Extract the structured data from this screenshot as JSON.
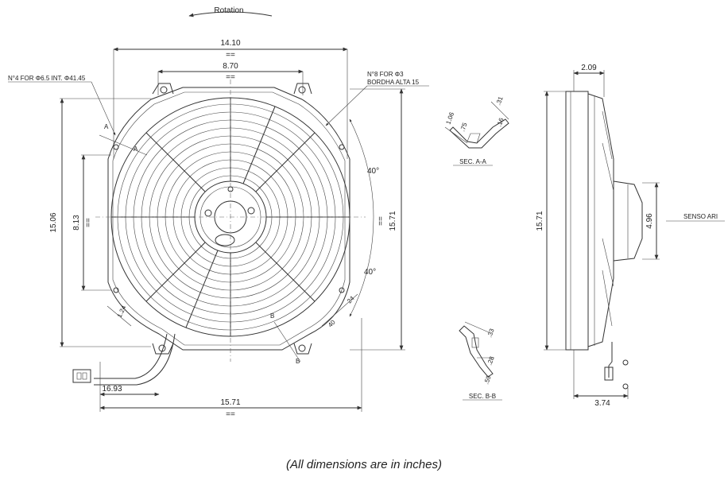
{
  "rotation_label": "Rotation",
  "front_view": {
    "dim_overall_width_top": "14.10",
    "dim_inner_width_top": "8.70",
    "dim_height_left": "15.06",
    "dim_inner_height_left": "8.13",
    "dim_height_right": "15.71",
    "dim_width_bottom": "15.71",
    "dim_cable": "16.93",
    "dim_1_24": "1.24",
    "dim_40": "40",
    "dim_24": "24",
    "angle_upper": "40°",
    "angle_lower": "40°",
    "note_left": "N°4 FOR Φ6.5 INT. Φ41.45",
    "note_right_line1": "N°8 FOR Φ3",
    "note_right_line2": "BORDHA ALTA 15",
    "section_mark_a": "A",
    "section_mark_b": "B",
    "equal_sign": "=="
  },
  "section_a": {
    "title": "SEC. A-A",
    "dims": [
      "1.06",
      ".75",
      ".31",
      ".16"
    ]
  },
  "section_b": {
    "title": "SEC. B-B",
    "dims": [
      ".33",
      ".28",
      ".59"
    ]
  },
  "side_view": {
    "dim_depth_top": "2.09",
    "dim_height": "15.71",
    "dim_motor": "4.96",
    "dim_bottom": "3.74",
    "airflow_label": "SENSO ARI"
  },
  "caption": "(All dimensions are in inches)"
}
